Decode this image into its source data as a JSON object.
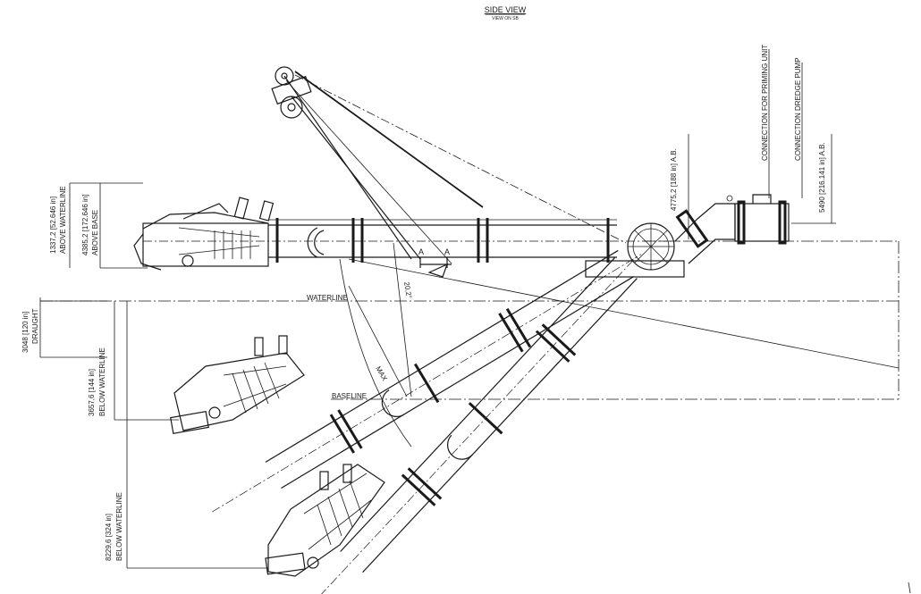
{
  "header": {
    "title": "SIDE VIEW",
    "subtitle": "VIEW ON SB"
  },
  "dimensions": {
    "above_waterline_value": "1337,2 [52.646 in]",
    "above_waterline_label": "ABOVE WATERLINE",
    "above_base_value": "4385,2 [172.646 in]",
    "above_base_label": "ABOVE BASE",
    "draught_value": "3048 [120 in]",
    "draught_label": "DRAUGHT",
    "below_waterline_1_value": "3657,6 [144 in]",
    "below_waterline_1_label": "BELOW WATERLINE",
    "below_waterline_2_value": "8229,6 [324 in]",
    "below_waterline_2_label": "BELOW WATERLINE",
    "pivot_height": "4775,2 [188 in] A.B.",
    "pump_height": "5490 [216.141 in] A.B."
  },
  "labels": {
    "waterline": "WATERLINE",
    "baseline": "BASELINE",
    "angle": "20,2°",
    "max": "MAX",
    "section_a_left": "A",
    "section_a_right": "A",
    "priming_unit": "CONNECTION FOR PRIMING UNIT",
    "dredge_pump": "CONNECTION DREDGE PUMP"
  }
}
